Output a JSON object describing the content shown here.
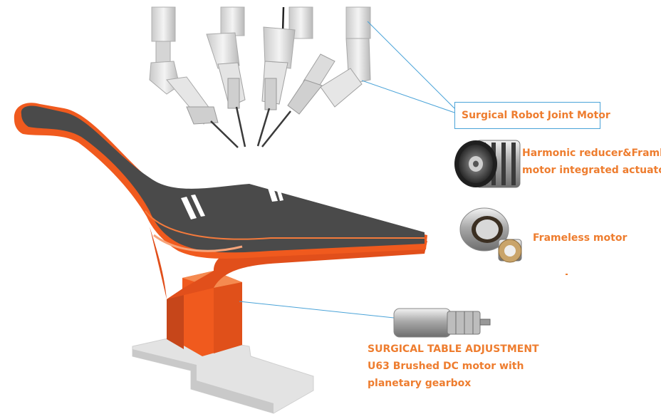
{
  "labels": {
    "surgical_robot_joint_motor": "Surgical Robot Joint Motor",
    "harmonic_line1": "Harmonic reducer&Framless",
    "harmonic_line2": "motor integrated actuator",
    "frameless_motor": "Frameless motor",
    "table_line1": "SURGICAL TABLE ADJUSTMENT",
    "table_line2": "U63 Brushed DC motor with",
    "table_line3": "planetary gearbox"
  },
  "colors": {
    "label_orange": "#ee7d2f",
    "leader_blue": "#4aa3d8",
    "table_orange": "#f05a1e",
    "table_dark": "#4a4a4a",
    "base_gray": "#d9d9d9"
  },
  "icons": {
    "robot_arms": "robot-arms-illustration",
    "surgical_table": "surgical-table-illustration",
    "actuator": "harmonic-actuator-image",
    "frameless": "frameless-motor-image",
    "dc_motor": "brushed-dc-motor-image"
  }
}
